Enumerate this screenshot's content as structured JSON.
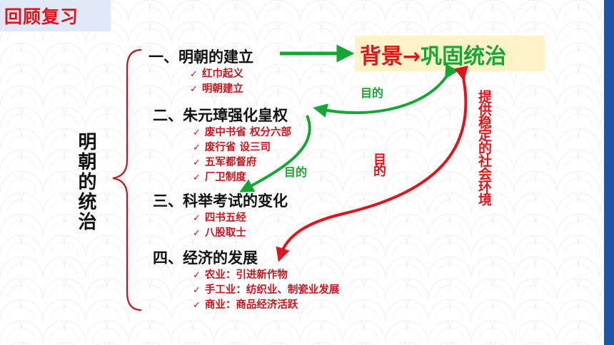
{
  "badge": "回顾复习",
  "side_title": "明朝的统治",
  "sections": [
    {
      "heading": "一、明朝的建立",
      "items": [
        "红巾起义",
        "明朝建立"
      ]
    },
    {
      "heading": "二、朱元璋强化皇权",
      "items": [
        "废中书省 权分六部",
        "废行省 设三司",
        "五军都督府",
        "厂卫制度"
      ]
    },
    {
      "heading": "三、科举考试的变化",
      "items": [
        "四书五经",
        "八股取士"
      ]
    },
    {
      "heading": "四、经济的发展",
      "items": [
        "农业：引进新作物",
        "手工业：纺织业、制瓷业发展",
        "商业：商品经济活跃"
      ]
    }
  ],
  "goal": {
    "background": "背景",
    "arrow": "→",
    "main": "巩固统治"
  },
  "labels": {
    "purpose_top": "目的",
    "purpose_mid": "目的",
    "purpose_vertical": "目的",
    "environment": "提供稳定的社会环境"
  },
  "icons": {
    "check": "✓",
    "arrow_right": "green-arrow-right-icon"
  },
  "colors": {
    "red": "#e0141b",
    "green": "#17a535",
    "navy": "#1f56a8",
    "highlight": "#fdf3c6"
  }
}
